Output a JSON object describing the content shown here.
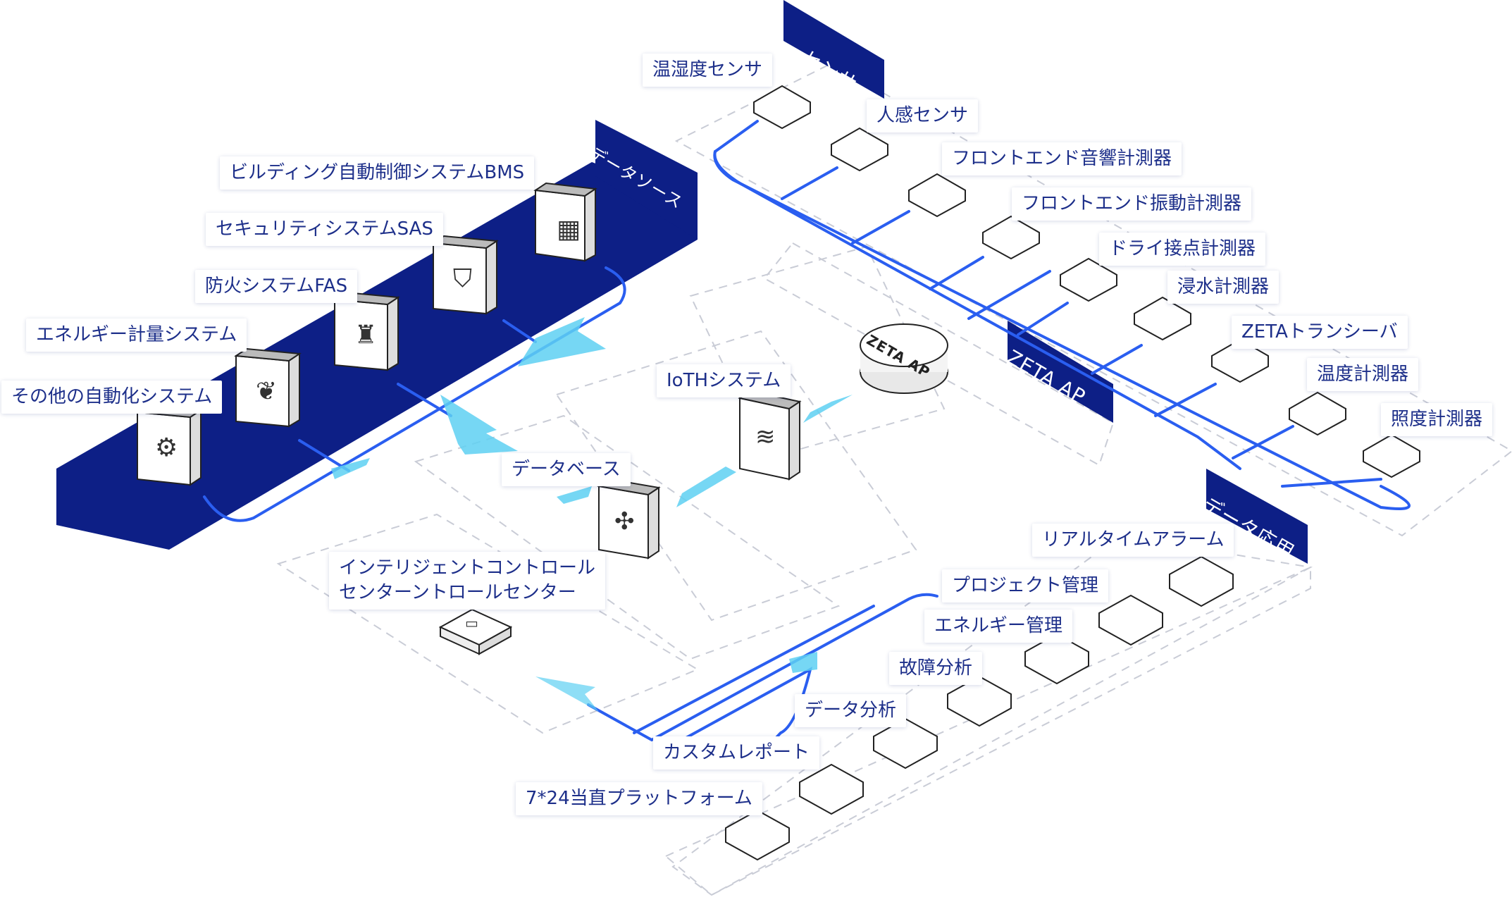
{
  "zones": {
    "sensor": "センサ",
    "data_source": "データソース",
    "zeta_ap": "ZETA AP",
    "data_app": "データ応用"
  },
  "hub": {
    "logo_text": "ZETA AP"
  },
  "data_sources": [
    {
      "label": "ビルディング自動制御システムBMS",
      "icon": "building-icon"
    },
    {
      "label": "セキュリティシステムSAS",
      "icon": "shield-icon"
    },
    {
      "label": "防火システムFAS",
      "icon": "hydrant-icon"
    },
    {
      "label": "エネルギー計量システム",
      "icon": "leaf-icon"
    },
    {
      "label": "その他の自動化システム",
      "icon": "gears-icon"
    }
  ],
  "sensors": [
    {
      "label": "温湿度センサ",
      "icon": "thermo-hygrometer-icon"
    },
    {
      "label": "人感センサ",
      "icon": "motion-icon"
    },
    {
      "label": "フロントエンド音響計測器",
      "icon": "waveform-icon"
    },
    {
      "label": "フロントエンド振動計測器",
      "icon": "vibration-icon"
    },
    {
      "label": "ドライ接点計測器",
      "icon": "contact-icon"
    },
    {
      "label": "浸水計測器",
      "icon": "water-icon"
    },
    {
      "label": "ZETAトランシーバ",
      "icon": "transceiver-icon"
    },
    {
      "label": "温度計測器",
      "icon": "thermometer-icon"
    },
    {
      "label": "照度計測器",
      "icon": "lightbulb-icon"
    }
  ],
  "center": {
    "ioth": "IoTHシステム",
    "database": "データベース",
    "control_center": "インテリジェントコントロール\nセンターントロールセンター"
  },
  "applications": [
    {
      "label": "リアルタイムアラーム",
      "icon": "alarm-icon"
    },
    {
      "label": "プロジェクト管理",
      "icon": "project-icon"
    },
    {
      "label": "エネルギー管理",
      "icon": "energy-icon"
    },
    {
      "label": "故障分析",
      "icon": "bug-icon"
    },
    {
      "label": "データ分析",
      "icon": "chart-icon"
    },
    {
      "label": "カスタムレポート",
      "icon": "report-icon"
    },
    {
      "label": "7*24当直プラットフォーム",
      "icon": "operator-icon"
    }
  ],
  "colors": {
    "navy": "#0d1f86",
    "line_blue": "#2a5ef0",
    "arrow_cyan": "#5ed0f2",
    "label_text": "#1d2f8a"
  }
}
